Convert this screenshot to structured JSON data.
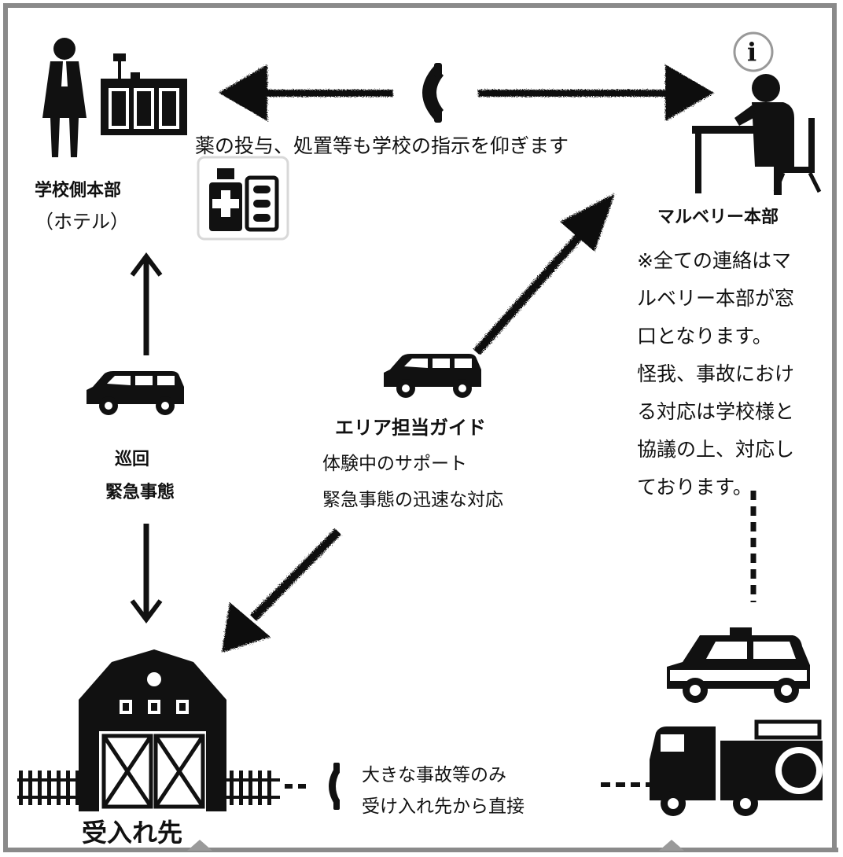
{
  "school_hq": {
    "title": "学校側本部",
    "subtitle": "（ホテル）"
  },
  "mulberry_hq": {
    "title": "マルベリー本部",
    "info_icon_label": "i",
    "note_lines": [
      "※全ての連絡はマ",
      "ルベリー本部が窓",
      "口となります。",
      "怪我、事故におけ",
      "る対応は学校様と",
      "協議の上、対応し",
      "ております。"
    ]
  },
  "medication_note": "薬の投与、処置等も学校の指示を仰ぎます",
  "patrol": {
    "line1": "巡回",
    "line2": "緊急事態"
  },
  "area_guide": {
    "title": "エリア担当ガイド",
    "line1": "体験中のサポート",
    "line2": "緊急事態の迅速な対応"
  },
  "host": {
    "title": "受入れ先"
  },
  "direct_contact": {
    "line1": "大きな事故等のみ",
    "line2": "受け入れ先から直接"
  },
  "icons": {
    "phone": "phone-icon",
    "info": "info-icon",
    "medicine": "medicine-icon",
    "car": "car-icon",
    "taxi": "taxi-icon",
    "fire_truck": "fire-truck-icon",
    "barn": "barn-icon",
    "receptionist": "receptionist-icon",
    "operator": "operator-icon"
  },
  "colors": {
    "frame": "#8a8a8a",
    "ink": "#111111"
  }
}
